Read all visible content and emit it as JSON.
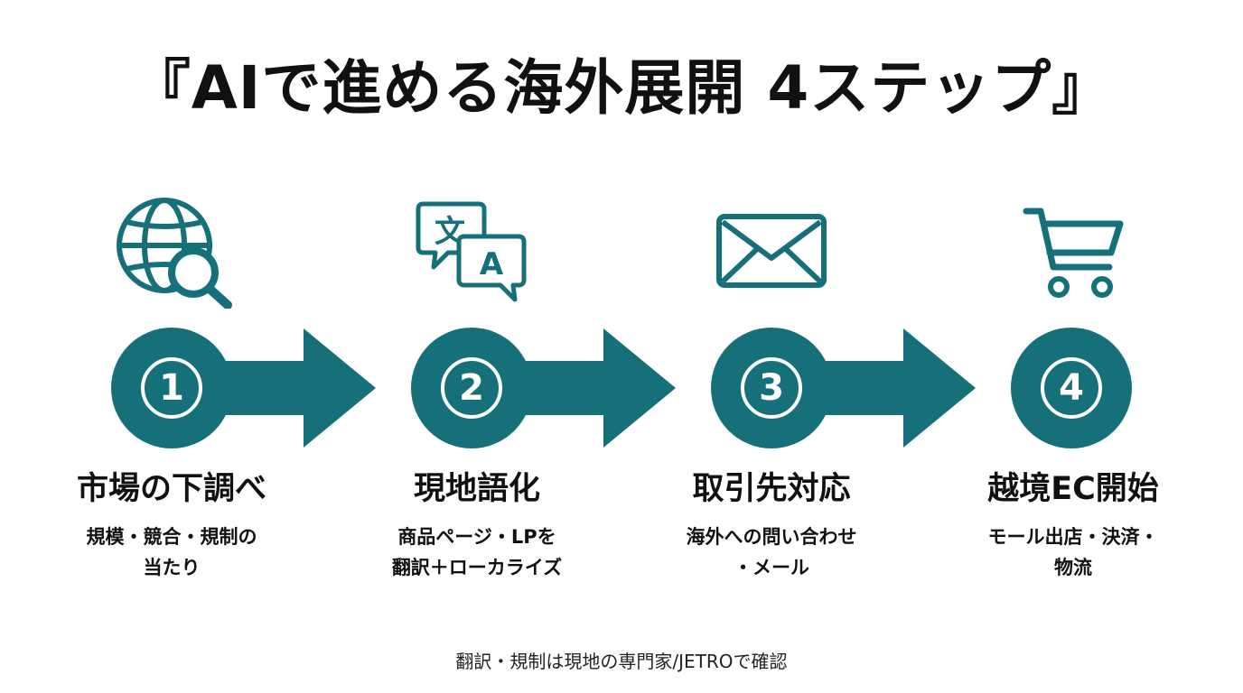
{
  "title": "『AIで進める海外展開 4ステップ』",
  "colors": {
    "teal": "#16707a",
    "text": "#111111"
  },
  "steps": [
    {
      "number": "1",
      "icon": "globe-search-icon",
      "title": "市場の下調べ",
      "desc": [
        "規模・競合・規制の",
        "当たり"
      ]
    },
    {
      "number": "2",
      "icon": "translate-icon",
      "title": "現地語化",
      "desc": [
        "商品ページ・LPを",
        "翻訳＋ローカライズ"
      ]
    },
    {
      "number": "3",
      "icon": "mail-icon",
      "title": "取引先対応",
      "desc": [
        "海外への問い合わせ",
        "・メール"
      ]
    },
    {
      "number": "4",
      "icon": "cart-icon",
      "title": "越境EC開始",
      "desc": [
        "モール出店・決済・",
        "物流"
      ]
    }
  ],
  "icon_glyphs": {
    "translate_source": "文",
    "translate_target": "A"
  },
  "footnote": "翻訳・規制は現地の専門家/JETROで確認"
}
